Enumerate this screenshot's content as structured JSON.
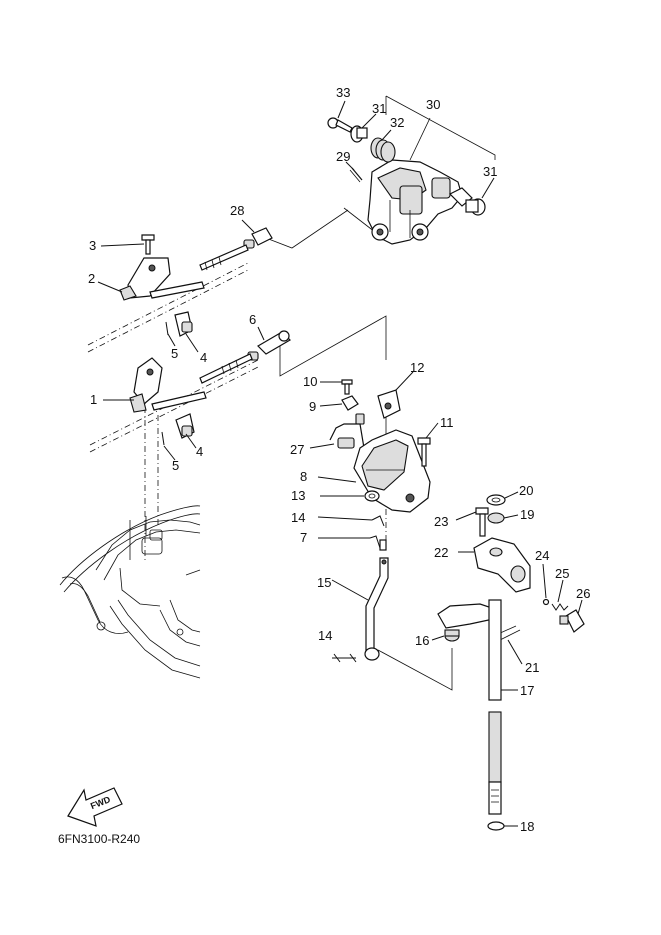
{
  "diagram": {
    "code": "6FN3100-R240",
    "fwd_label": "FWD",
    "callouts": [
      {
        "num": "1"
      },
      {
        "num": "2"
      },
      {
        "num": "3"
      },
      {
        "num": "4"
      },
      {
        "num": "4"
      },
      {
        "num": "5"
      },
      {
        "num": "5"
      },
      {
        "num": "6"
      },
      {
        "num": "7"
      },
      {
        "num": "8"
      },
      {
        "num": "9"
      },
      {
        "num": "10"
      },
      {
        "num": "11"
      },
      {
        "num": "12"
      },
      {
        "num": "13"
      },
      {
        "num": "14"
      },
      {
        "num": "14"
      },
      {
        "num": "15"
      },
      {
        "num": "16"
      },
      {
        "num": "17"
      },
      {
        "num": "18"
      },
      {
        "num": "19"
      },
      {
        "num": "20"
      },
      {
        "num": "21"
      },
      {
        "num": "22"
      },
      {
        "num": "23"
      },
      {
        "num": "24"
      },
      {
        "num": "25"
      },
      {
        "num": "26"
      },
      {
        "num": "27"
      },
      {
        "num": "28"
      },
      {
        "num": "29"
      },
      {
        "num": "30"
      },
      {
        "num": "31"
      },
      {
        "num": "31"
      },
      {
        "num": "32"
      },
      {
        "num": "33"
      }
    ]
  }
}
